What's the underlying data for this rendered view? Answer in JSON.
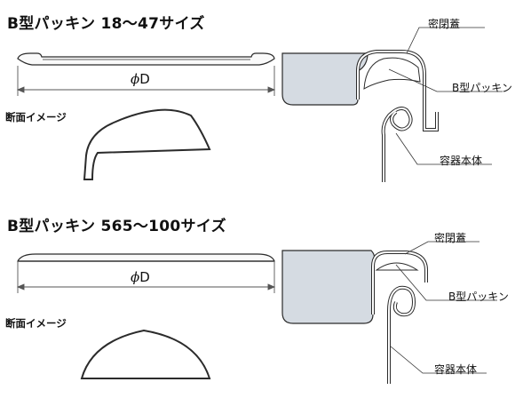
{
  "top": {
    "title": "B型パッキン 18～47サイズ",
    "dimension_symbol": "ϕ",
    "dimension_letter": "D",
    "section_label": "断面イメージ",
    "callouts": {
      "lid": "密閉蓋",
      "gasket": "B型パッキン",
      "body": "容器本体"
    }
  },
  "bottom": {
    "title": "B型パッキン 565～100サイズ",
    "dimension_symbol": "ϕ",
    "dimension_letter": "D",
    "section_label": "断面イメージ",
    "callouts": {
      "lid": "密閉蓋",
      "gasket": "B型パッキン",
      "body": "容器本体"
    }
  },
  "colors": {
    "line": "#2b2b2b",
    "lid_fill": "#d5dbe2",
    "dim_line": "#555555"
  }
}
